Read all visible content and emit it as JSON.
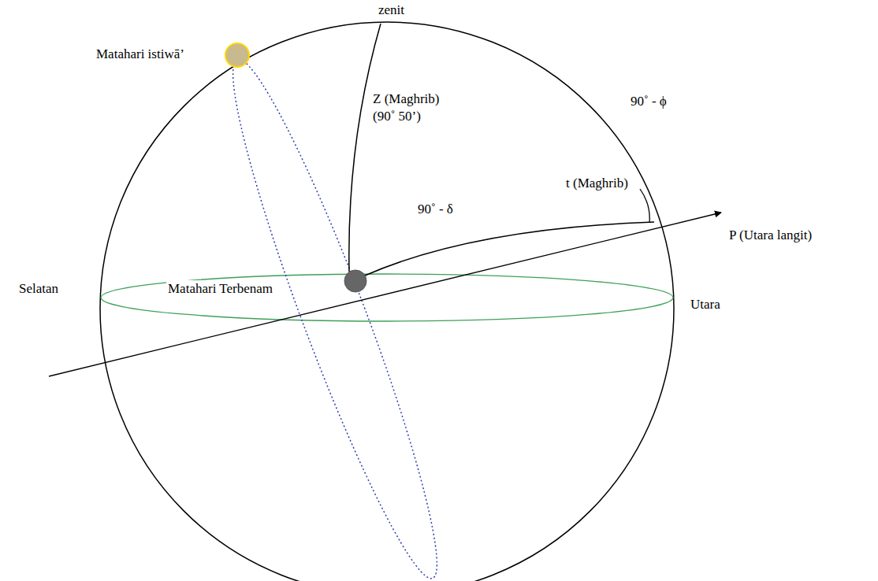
{
  "diagram": {
    "labels": [
      "Matahari istiwā’",
      "zenit",
      "Z (Maghrib) (90˚ 50’)",
      "90˚ - ϕ",
      "90˚ - δ",
      "t (Maghrib)",
      "P (Utara langit)",
      "Selatan",
      "Matahari Terbenam",
      "Utara"
    ]
  }
}
